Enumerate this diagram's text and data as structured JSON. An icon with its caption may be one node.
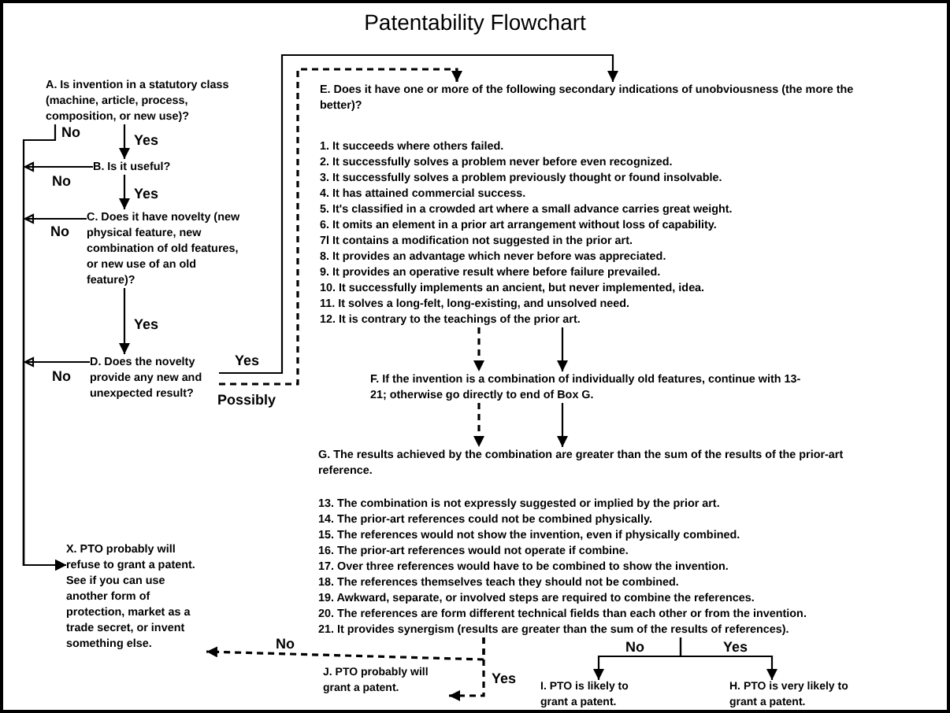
{
  "diagram": {
    "title": "Patentability Flowchart",
    "nodes": [
      {
        "text": [
          "A. Is invention in a statutory class (machine, article, process, composition, or new use)?"
        ]
      },
      {
        "text": [
          "B. Is it useful?"
        ]
      },
      {
        "text": [
          "C. Does it have novelty (new physical feature, new combination of old features, or new use of an old feature)?"
        ]
      },
      {
        "text": [
          "D. Does the novelty provide any new and unexpected result?"
        ]
      },
      {
        "text": [
          "E. Does it have one or more of the following secondary indications of unobviousness (the more the better)?",
          "1. It succeeds where others failed.",
          "2. It successfully solves a problem never before even recognized.",
          "3. It successfully solves a problem previously thought or found insolvable.",
          "4. It has attained commercial success.",
          "5. It's classified in a crowded art where a small advance carries great weight.",
          "6. It omits an element in a prior art arrangement without loss of capability.",
          "7l It contains a modification not suggested in the prior art.",
          "8. It provides an advantage which never before was appreciated.",
          "9. It provides an operative result where before failure prevailed.",
          "10. It successfully implements an ancient, but never implemented, idea.",
          "11. It solves a long-felt, long-existing, and unsolved need.",
          "12. It is contrary to the teachings of the prior art."
        ]
      },
      {
        "text": [
          "F. If the invention is a combination of individually old features, continue with 13-21; otherwise go directly to end of Box G."
        ]
      },
      {
        "text": [
          "G. The results achieved by the combination are greater than the sum of the results of the prior-art reference.",
          "13. The combination is not expressly suggested or implied by the prior art.",
          "14. The prior-art references could not be combined physically.",
          "15. The references would not show the invention, even if physically combined.",
          "16. The prior-art references would not operate if combine.",
          "17. Over three references would have to be combined to show the invention.",
          "18. The references themselves teach they should not be combined.",
          "19. Awkward, separate, or involved steps are required to combine the references.",
          "20. The references are form different technical fields than each other or from the invention.",
          "21. It provides synergism (results are greater than the sum of the results of references)."
        ]
      },
      {
        "text": [
          "X. PTO probably will refuse to grant a patent. See if you can use another form of protection, market as a trade secret, or invent something else."
        ]
      },
      {
        "text": [
          "J. PTO probably will grant a patent."
        ]
      },
      {
        "text": [
          "I. PTO is likely to grant a patent."
        ]
      },
      {
        "text": [
          "H. PTO is very likely to grant a patent."
        ]
      }
    ],
    "edges": [
      {
        "from": 0,
        "to": 1,
        "arrow": "to",
        "label": "Yes"
      },
      {
        "from": 0,
        "to": 7,
        "arrow": "to",
        "label": "No"
      },
      {
        "from": 1,
        "to": 7,
        "arrow": "to",
        "label": "No"
      },
      {
        "from": 1,
        "to": 2,
        "arrow": "to",
        "label": "Yes"
      },
      {
        "from": 2,
        "to": 7,
        "arrow": "to",
        "label": "No"
      },
      {
        "from": 2,
        "to": 3,
        "arrow": "to",
        "label": "Yes"
      },
      {
        "from": 3,
        "to": 7,
        "arrow": "to",
        "label": "No"
      },
      {
        "from": 3,
        "to": 4,
        "arrow": "to",
        "label": "Yes"
      },
      {
        "from": 3,
        "to": 4,
        "arrow": "to",
        "label": "Possibly",
        "style": "dashed"
      },
      {
        "from": 4,
        "to": 5,
        "arrow": "to",
        "style": "dashed"
      },
      {
        "from": 4,
        "to": 5,
        "arrow": "to"
      },
      {
        "from": 5,
        "to": 6,
        "arrow": "to",
        "style": "dashed"
      },
      {
        "from": 5,
        "to": 6,
        "arrow": "to"
      },
      {
        "from": 6,
        "to": 9,
        "arrow": "to",
        "label": "No"
      },
      {
        "from": 6,
        "to": 10,
        "arrow": "to",
        "label": "Yes"
      },
      {
        "from": 6,
        "to": 7,
        "arrow": "to",
        "label": "No",
        "style": "dashed"
      },
      {
        "from": 6,
        "to": 8,
        "arrow": "to",
        "label": "Yes",
        "style": "dashed"
      }
    ]
  }
}
